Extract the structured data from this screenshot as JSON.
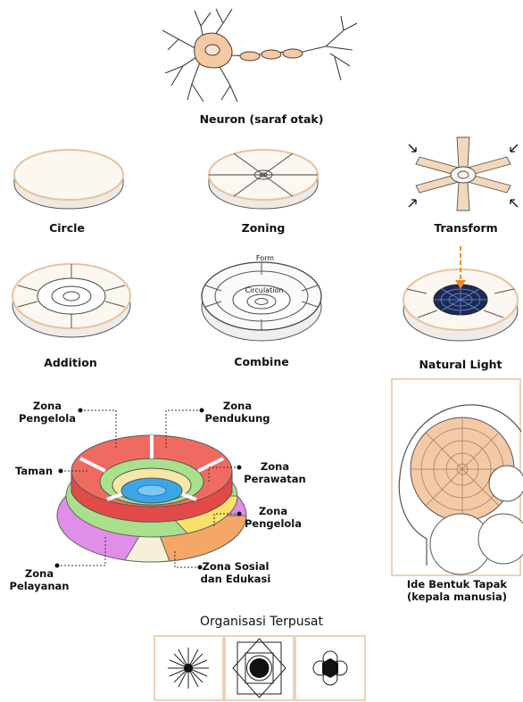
{
  "neuron": {
    "caption": "Neuron (saraf otak)"
  },
  "steps": {
    "circle": "Circle",
    "zoning": "Zoning",
    "transform": "Transform",
    "addition": "Addition",
    "combine": "Combine",
    "natural_light": "Natural Light",
    "combine_form": "Form",
    "combine_circulation": "Circulation"
  },
  "zones": {
    "pengelola_top_1": "Zona",
    "pengelola_top_2": "Pengelola",
    "pendukung_1": "Zona",
    "pendukung_2": "Pendukung",
    "taman": "Taman",
    "perawatan_1": "Zona",
    "perawatan_2": "Perawatan",
    "pengelola_right_1": "Zona",
    "pengelola_right_2": "Pengelola",
    "pelayanan_1": "Zona",
    "pelayanan_2": "Pelayanan",
    "sosial_1": "Zona Sosial",
    "sosial_2": "dan Edukasi"
  },
  "site": {
    "caption_1": "Ide Bentuk Tapak",
    "caption_2": "(kepala manusia)"
  },
  "organisasi": {
    "title": "Organisasi Terpusat"
  },
  "colors": {
    "accent": "#e8c29e",
    "zone_red": "#e24a48",
    "zone_green": "#a9e08c",
    "zone_blue": "#3aa6e8",
    "zone_pink": "#e08ee8",
    "zone_orange": "#f4a766"
  }
}
